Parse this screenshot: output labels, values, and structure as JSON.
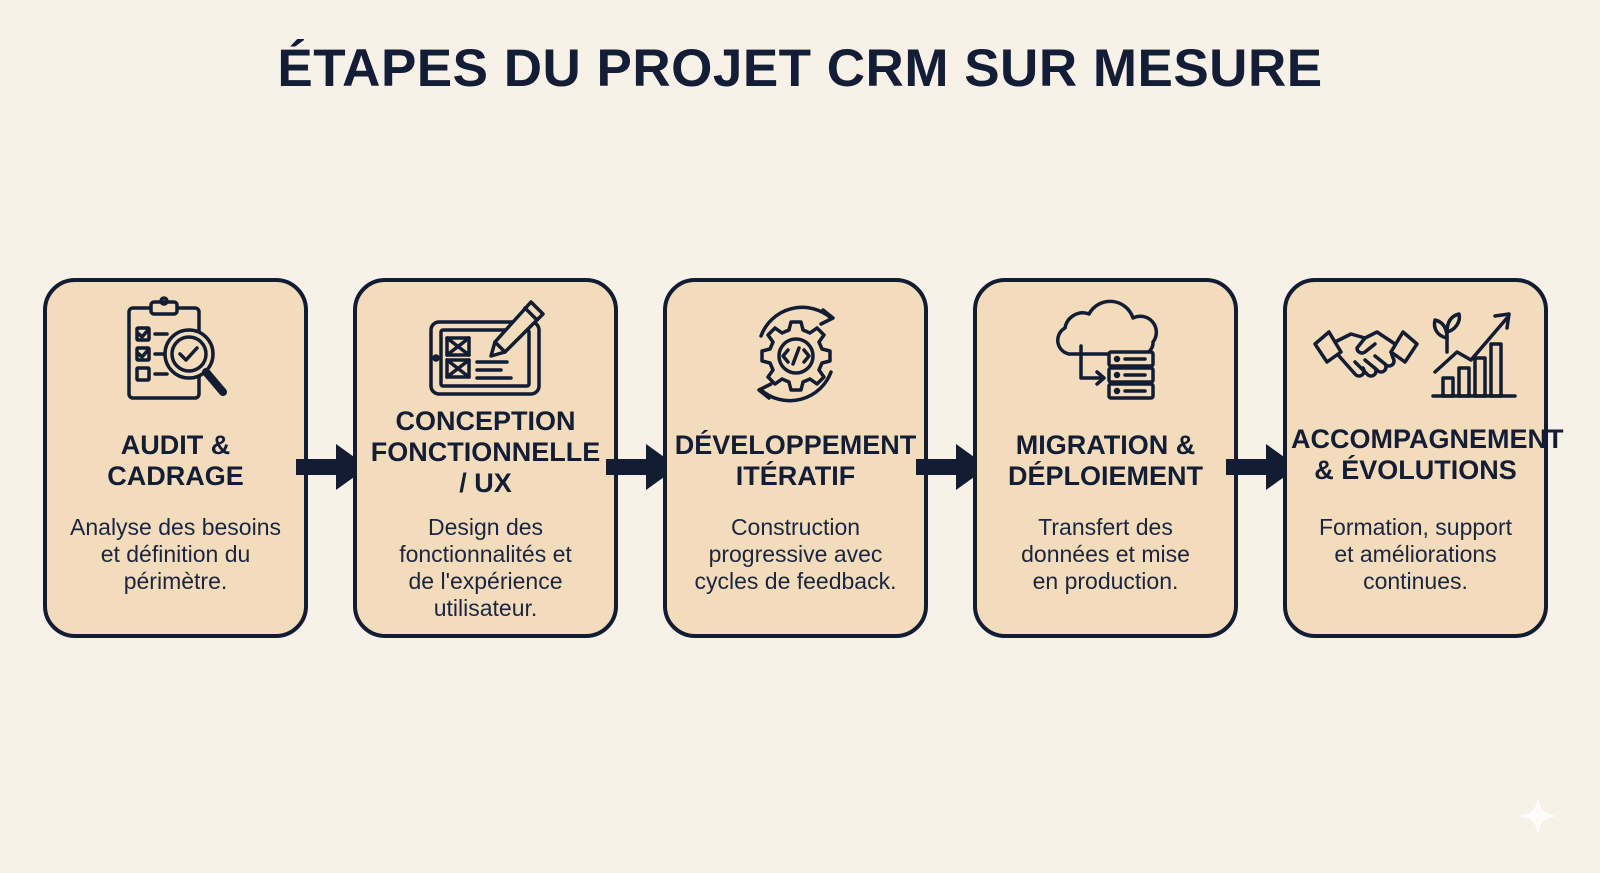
{
  "title": "ÉTAPES DU PROJET CRM SUR MESURE",
  "steps": [
    {
      "title": "AUDIT &\nCADRAGE",
      "description": "Analyse des besoins\net définition du\npérimètre.",
      "icon": "clipboard-magnifier-icon"
    },
    {
      "title": "CONCEPTION\nFONCTIONNELLE\n/ UX",
      "description": "Design des\nfonctionnalités et\nde l'expérience\nutilisateur.",
      "icon": "tablet-wireframe-pencil-icon"
    },
    {
      "title": "DÉVELOPPEMENT\nITÉRATIF",
      "description": "Construction\nprogressive avec\ncycles de feedback.",
      "icon": "gear-code-cycle-icon"
    },
    {
      "title": "MIGRATION &\nDÉPLOIEMENT",
      "description": "Transfert des\ndonnées et mise\nen production.",
      "icon": "cloud-server-transfer-icon"
    },
    {
      "title": "ACCOMPAGNEMENT\n& ÉVOLUTIONS",
      "description": "Formation, support\net améliorations\ncontinues.",
      "icon": "handshake-growth-chart-icon"
    }
  ],
  "colors": {
    "background": "#f7f1e7",
    "card_fill": "#f3dcbc",
    "ink": "#121c33"
  }
}
